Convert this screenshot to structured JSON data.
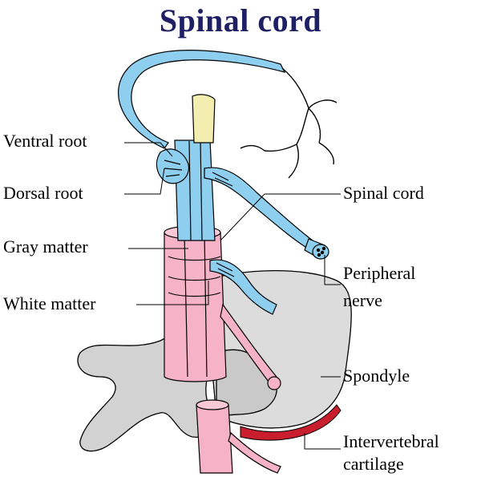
{
  "title": "Spinal cord",
  "labels": {
    "ventral_root": "Ventral root",
    "dorsal_root": "Dorsal root",
    "gray_matter": "Gray matter",
    "white_matter": "White matter",
    "spinal_cord": "Spinal cord",
    "peripheral_nerve_line1": "Peripheral",
    "peripheral_nerve_line2": "nerve",
    "spondyle": "Spondyle",
    "intervertebral_line1": "Intervertebral",
    "intervertebral_line2": "cartilage"
  },
  "colors": {
    "title": "#1f1f66",
    "nerve_blue": "#8ecff0",
    "cord_pink": "#f6b3c7",
    "disc_red": "#c81e2e",
    "bone_gray": "#d9d9d9",
    "gray_matter_yellow": "#f3eeb0"
  }
}
